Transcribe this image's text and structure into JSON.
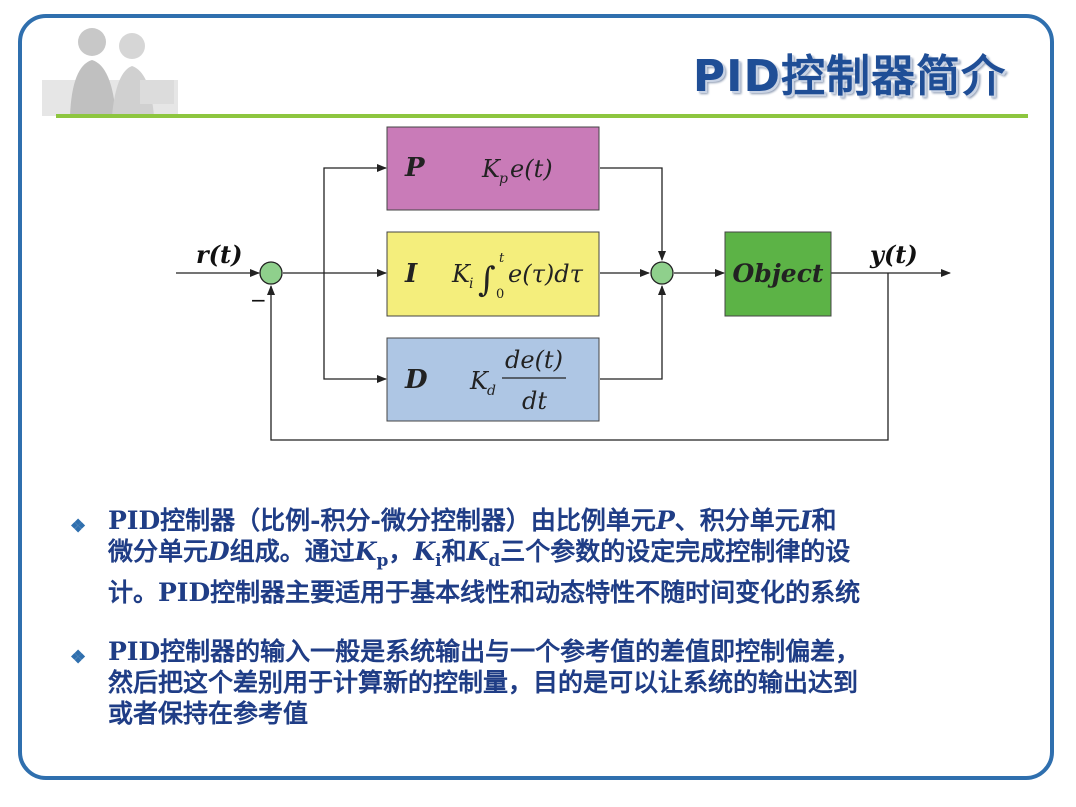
{
  "title": "PID控制器简介",
  "colors": {
    "border": "#2f6fae",
    "rule": "#8dc63f",
    "title": "#1f4e96",
    "p_block": "#c97bb8",
    "i_block": "#f4ee7c",
    "d_block": "#aec6e4",
    "object_block": "#5cb346",
    "summer": "#8fd08c",
    "text": "#1f3d86"
  },
  "diagram": {
    "input_label": "r(t)",
    "output_label": "y(t)",
    "minus_sign": "−",
    "p_block": {
      "letter": "P",
      "formula": "Kpe(t)"
    },
    "i_block": {
      "letter": "I",
      "formula": "Ki∫0t e(τ)dτ"
    },
    "d_block": {
      "letter": "D",
      "formula": "Kd de(t)/dt"
    },
    "object_label": "Object"
  },
  "bullets": {
    "b1": {
      "text_a": "PID控制器（比例-积分-微分控制器）由比例单元",
      "p": "P",
      "text_b": "、积分单元",
      "i": "I",
      "text_c": "和",
      "text_d": "微分单元",
      "d": "D",
      "text_e": "组成。通过",
      "kp": "K",
      "kp_sub": "p",
      "comma": "，",
      "ki": "K",
      "ki_sub": "i",
      "and": "和",
      "kd": "K",
      "kd_sub": "d",
      "text_f": "三个参数的设定完成控制律的设",
      "text_g": "计。PID控制器主要适用于基本线性和动态特性不随时间变化的系统"
    },
    "b2": {
      "line1": "PID控制器的输入一般是系统输出与一个参考值的差值即控制偏差，",
      "line2": "然后把这个差别用于计算新的控制量，目的是可以让系统的输出达到",
      "line3": "或者保持在参考值"
    }
  }
}
